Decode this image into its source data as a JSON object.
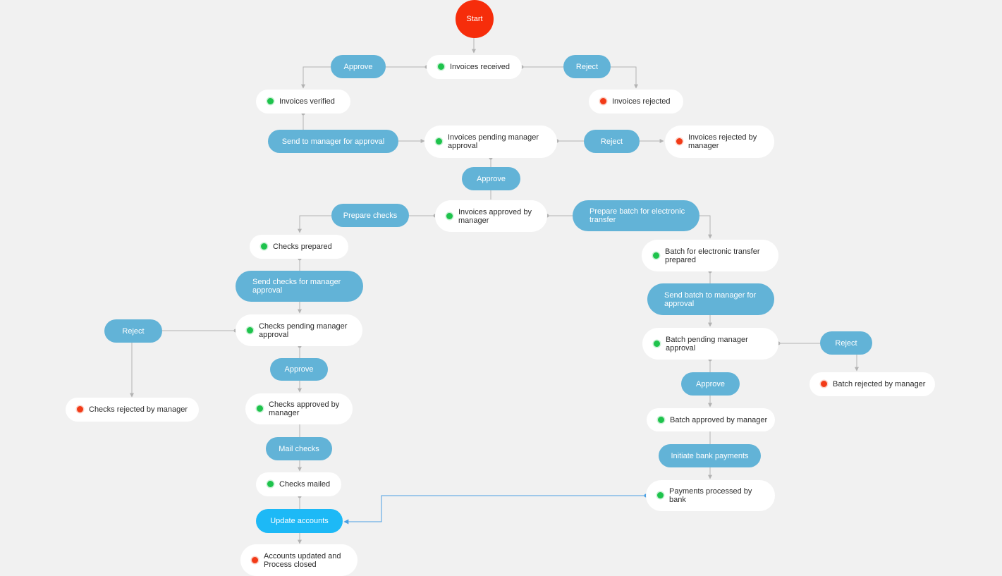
{
  "start": {
    "label": "Start",
    "color": "#f62d0b"
  },
  "colors": {
    "canvas": "#f1f1f1",
    "transition": "#62b3d7",
    "active_transition": "#1db9f6",
    "status_green": "#1ec34c",
    "status_red": "#f23a17",
    "connector": "#b3b3b3",
    "active_connector": "#4a9fe3"
  },
  "states": {
    "invoices_received": {
      "label": "Invoices received",
      "status": "green"
    },
    "invoices_verified": {
      "label": "Invoices verified",
      "status": "green"
    },
    "invoices_rejected": {
      "label": "Invoices rejected",
      "status": "red"
    },
    "invoices_pending_manager_approval": {
      "label": "Invoices pending manager approval",
      "status": "green"
    },
    "invoices_rejected_by_manager": {
      "label": "Invoices rejected by manager",
      "status": "red"
    },
    "invoices_approved_by_manager": {
      "label": "Invoices approved by manager",
      "status": "green"
    },
    "checks_prepared": {
      "label": "Checks prepared",
      "status": "green"
    },
    "checks_pending_manager_approval": {
      "label": "Checks pending manager approval",
      "status": "green"
    },
    "checks_rejected_by_manager": {
      "label": "Checks rejected by manager",
      "status": "red"
    },
    "checks_approved_by_manager": {
      "label": "Checks approved by manager",
      "status": "green"
    },
    "checks_mailed": {
      "label": "Checks mailed",
      "status": "green"
    },
    "accounts_updated": {
      "label": "Accounts updated and Process closed",
      "status": "red"
    },
    "batch_prepared": {
      "label": "Batch for electronic transfer prepared",
      "status": "green"
    },
    "batch_pending_manager_approval": {
      "label": "Batch pending manager approval",
      "status": "green"
    },
    "batch_rejected_by_manager": {
      "label": "Batch rejected by manager",
      "status": "red"
    },
    "batch_approved_by_manager": {
      "label": "Batch approved by manager",
      "status": "green"
    },
    "payments_processed_by_bank": {
      "label": "Payments processed by bank",
      "status": "green"
    }
  },
  "transitions": {
    "approve_invoices": {
      "label": "Approve"
    },
    "reject_invoices": {
      "label": "Reject"
    },
    "send_to_manager_for_approval": {
      "label": "Send to manager for approval"
    },
    "manager_reject_invoices": {
      "label": "Reject"
    },
    "manager_approve_invoices": {
      "label": "Approve"
    },
    "prepare_checks": {
      "label": "Prepare checks"
    },
    "prepare_batch_for_electronic_transfer": {
      "label": "Prepare batch for electronic transfer"
    },
    "send_checks_for_manager_approval": {
      "label": "Send checks for manager approval"
    },
    "reject_checks": {
      "label": "Reject"
    },
    "approve_checks": {
      "label": "Approve"
    },
    "mail_checks": {
      "label": "Mail checks"
    },
    "update_accounts": {
      "label": "Update accounts"
    },
    "send_batch_to_manager_for_approval": {
      "label": "Send batch to manager for approval"
    },
    "reject_batch": {
      "label": "Reject"
    },
    "approve_batch": {
      "label": "Approve"
    },
    "initiate_bank_payments": {
      "label": "Initiate bank payments"
    }
  }
}
